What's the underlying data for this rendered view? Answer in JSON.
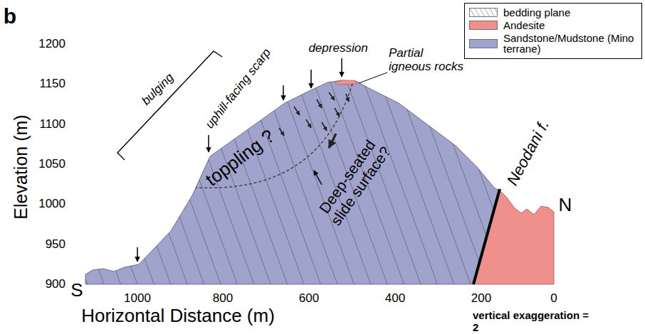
{
  "diagram": {
    "labels": [
      "b",
      "Elevation (m)",
      "1200",
      "1150",
      "1100",
      "1050",
      "1000",
      "950",
      "900",
      "Horizontal Distance (m)",
      "1000",
      "800",
      "600",
      "400",
      "200",
      "0",
      "bulging",
      "uphill-facing scarp",
      "depression",
      "Partial igneous rocks",
      "toppling ?",
      "Deep-seated slide surface?",
      "Neodani f.",
      "S",
      "N",
      "vertical exaggeration = 2"
    ],
    "legend": [
      {
        "text": "bedding plane"
      },
      {
        "text": "Andesite",
        "color": "#f0908c"
      },
      {
        "text": "Sandstone/Mudstone (Mino terrane)",
        "color": "#a0a3cb"
      }
    ]
  }
}
